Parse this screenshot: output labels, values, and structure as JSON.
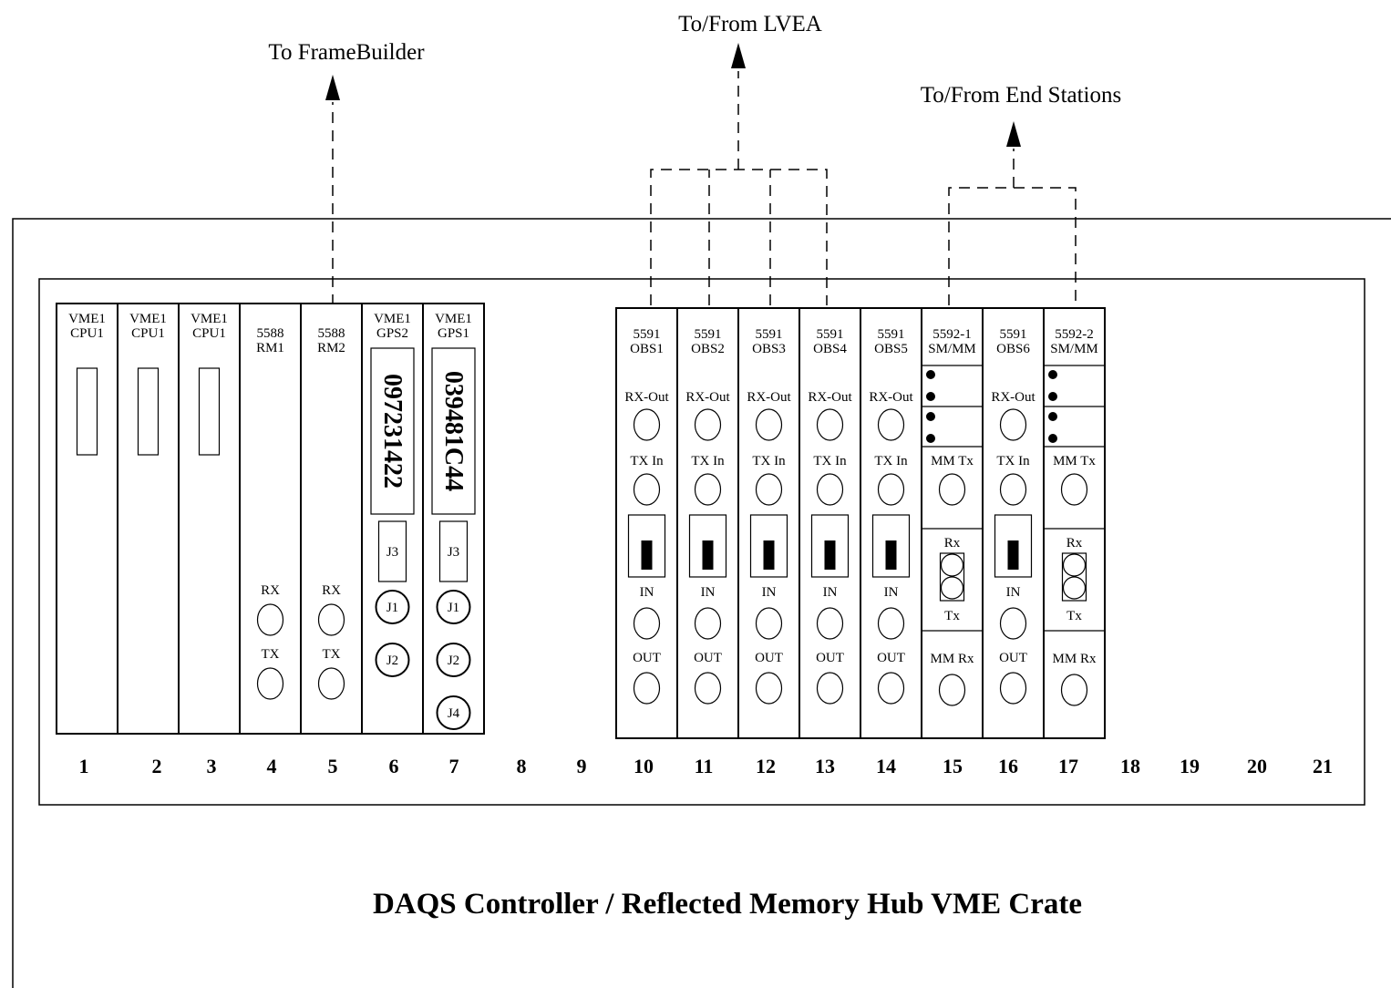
{
  "title": "DAQS Controller / Reflected Memory Hub VME Crate",
  "external_labels": {
    "framebuilder": "To FrameBuilder",
    "lvea": "To/From LVEA",
    "end_stations": "To/From End Stations"
  },
  "slot_numbers": [
    "1",
    "2",
    "3",
    "4",
    "5",
    "6",
    "7",
    "8",
    "9",
    "10",
    "11",
    "12",
    "13",
    "14",
    "15",
    "16",
    "17",
    "18",
    "19",
    "20",
    "21"
  ],
  "modules": [
    {
      "slot": "1",
      "type": "cpu",
      "line1": "VME1",
      "line2": "CPU1"
    },
    {
      "slot": "2",
      "type": "cpu",
      "line1": "VME1",
      "line2": "CPU1"
    },
    {
      "slot": "3",
      "type": "cpu",
      "line1": "VME1",
      "line2": "CPU1"
    },
    {
      "slot": "4",
      "type": "rm",
      "line1": "5588",
      "line2": "RM1",
      "rx": "RX",
      "tx": "TX"
    },
    {
      "slot": "5",
      "type": "rm",
      "line1": "5588",
      "line2": "RM2",
      "rx": "RX",
      "tx": "TX"
    },
    {
      "slot": "6",
      "type": "gps",
      "line1": "VME1",
      "line2": "GPS2",
      "serial": "097231422",
      "j3": "J3",
      "jacks": [
        "J1",
        "J2"
      ]
    },
    {
      "slot": "7",
      "type": "gps",
      "line1": "VME1",
      "line2": "GPS1",
      "serial": "039481C44",
      "j3": "J3",
      "jacks": [
        "J1",
        "J2",
        "J4"
      ]
    },
    {
      "slot": "10",
      "type": "obs",
      "line1": "5591",
      "line2": "OBS1",
      "rxout": "RX-Out",
      "txin": "TX In",
      "in": "IN",
      "out": "OUT"
    },
    {
      "slot": "11",
      "type": "obs",
      "line1": "5591",
      "line2": "OBS2",
      "rxout": "RX-Out",
      "txin": "TX In",
      "in": "IN",
      "out": "OUT"
    },
    {
      "slot": "12",
      "type": "obs",
      "line1": "5591",
      "line2": "OBS3",
      "rxout": "RX-Out",
      "txin": "TX In",
      "in": "IN",
      "out": "OUT"
    },
    {
      "slot": "13",
      "type": "obs",
      "line1": "5591",
      "line2": "OBS4",
      "rxout": "RX-Out",
      "txin": "TX In",
      "in": "IN",
      "out": "OUT"
    },
    {
      "slot": "14",
      "type": "obs",
      "line1": "5591",
      "line2": "OBS5",
      "rxout": "RX-Out",
      "txin": "TX In",
      "in": "IN",
      "out": "OUT"
    },
    {
      "slot": "15",
      "type": "smmm",
      "line1": "5592-1",
      "line2": "SM/MM",
      "mmtx": "MM Tx",
      "rx": "Rx",
      "tx": "Tx",
      "mmrx": "MM Rx"
    },
    {
      "slot": "16",
      "type": "obs",
      "line1": "5591",
      "line2": "OBS6",
      "rxout": "RX-Out",
      "txin": "TX In",
      "in": "IN",
      "out": "OUT"
    },
    {
      "slot": "17",
      "type": "smmm",
      "line1": "5592-2",
      "line2": "SM/MM",
      "mmtx": "MM Tx",
      "rx": "Rx",
      "tx": "Tx",
      "mmrx": "MM Rx"
    }
  ]
}
